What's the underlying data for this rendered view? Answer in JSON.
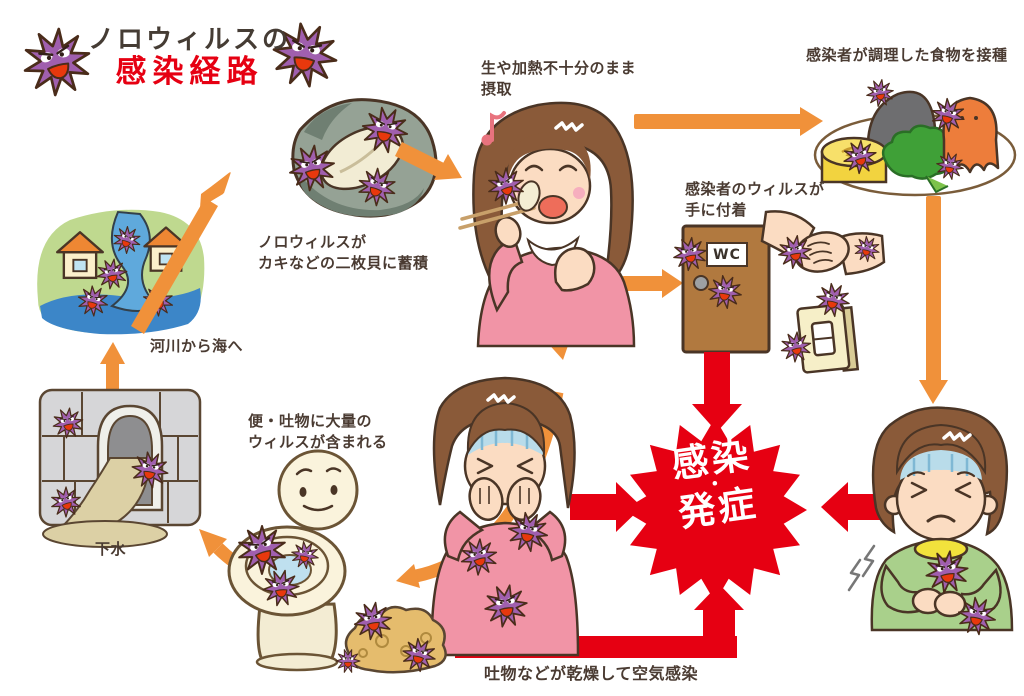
{
  "title": {
    "line1": "ノロウィルスの",
    "line2": "感染経路"
  },
  "labels": {
    "oyster": "ノロウィルスが\nカキなどの二枚貝に蓄積",
    "raw_intake": "生や加熱不十分のまま\n摂取",
    "cooked_food": "感染者が調理した食物を接種",
    "hand_contact": "感染者のウィルスが\n手に付着",
    "river_to_sea": "河川から海へ",
    "sewage": "下水",
    "feces_vomit": "便・吐物に大量の\nウィルスが含まれる",
    "airborne": "吐物などが乾燥して空気感染",
    "wc_sign": "WC"
  },
  "outbreak_badge": {
    "line1": "感染",
    "dot": "・",
    "line2": "発症"
  },
  "colors": {
    "arrow_orange": "#F0913A",
    "alert_red": "#E60012",
    "virus_purple": "#A05FAE",
    "text_dark": "#4A3B32",
    "skin": "#FBDCC2",
    "hair_brown": "#8A5A39",
    "sweater_pink": "#F194A6",
    "sweater_green": "#A9D08B"
  }
}
